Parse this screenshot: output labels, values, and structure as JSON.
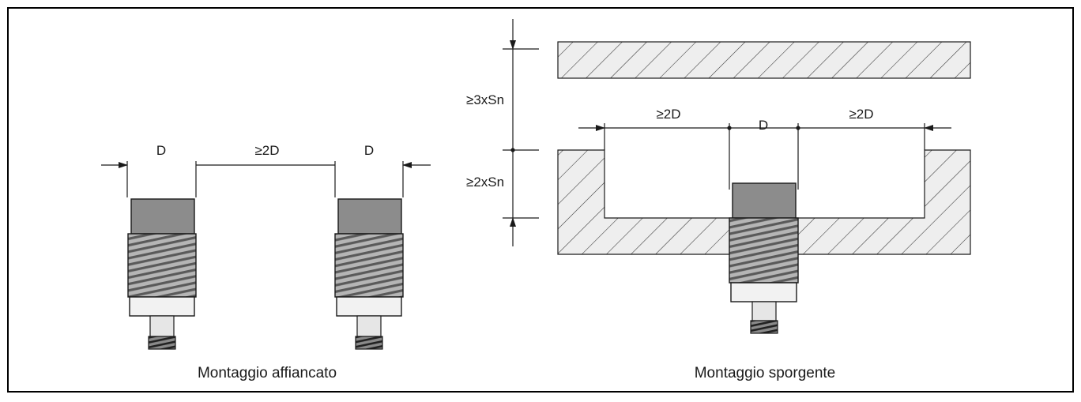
{
  "left_diagram": {
    "caption": "Montaggio affiancato",
    "dim_d_left": "D",
    "dim_gap": "≥2D",
    "dim_d_right": "D"
  },
  "right_diagram": {
    "caption": "Montaggio sporgente",
    "dim_top_gap": "≥3xSn",
    "dim_protrusion": "≥2xSn",
    "dim_left_clearance": "≥2D",
    "dim_d": "D",
    "dim_right_clearance": "≥2D"
  },
  "colors": {
    "frame": "#000000",
    "line": "#1a1a1a",
    "hatch_fill": "#eeeeee",
    "sensor_cap": "#8c8c8c",
    "sensor_thread": "#9a9a9a",
    "sensor_ring": "#f2f2f2"
  }
}
